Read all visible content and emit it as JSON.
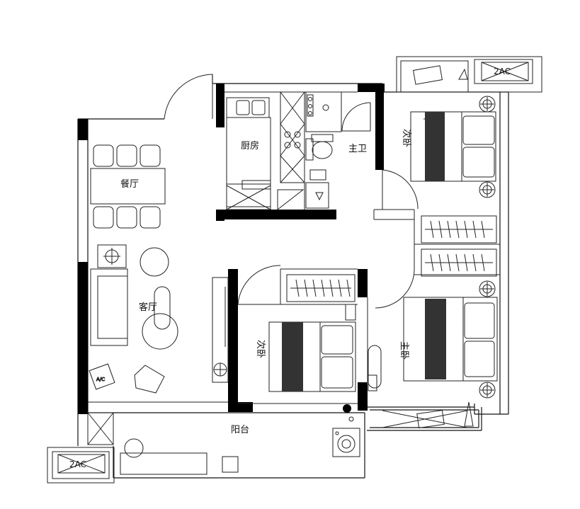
{
  "rooms": {
    "dining": "餐厅",
    "living": "客厅",
    "kitchen": "厨房",
    "master_bath": "主卫",
    "bedroom_ne": "次卧",
    "bedroom_mid": "次卧",
    "master_bedroom": "主卧",
    "balcony": "阳台"
  },
  "ac_units": {
    "top_right": "2AC",
    "bottom_left": "2AC"
  },
  "icons": [
    "ac-unit-icon",
    "bed-icon",
    "sofa-icon",
    "toilet-icon",
    "sink-icon",
    "stove-icon",
    "washing-machine-icon",
    "wardrobe-icon",
    "door-swing-icon",
    "lamp-icon"
  ],
  "colors": {
    "wall": "#000000",
    "line": "#222222",
    "background": "#ffffff"
  }
}
